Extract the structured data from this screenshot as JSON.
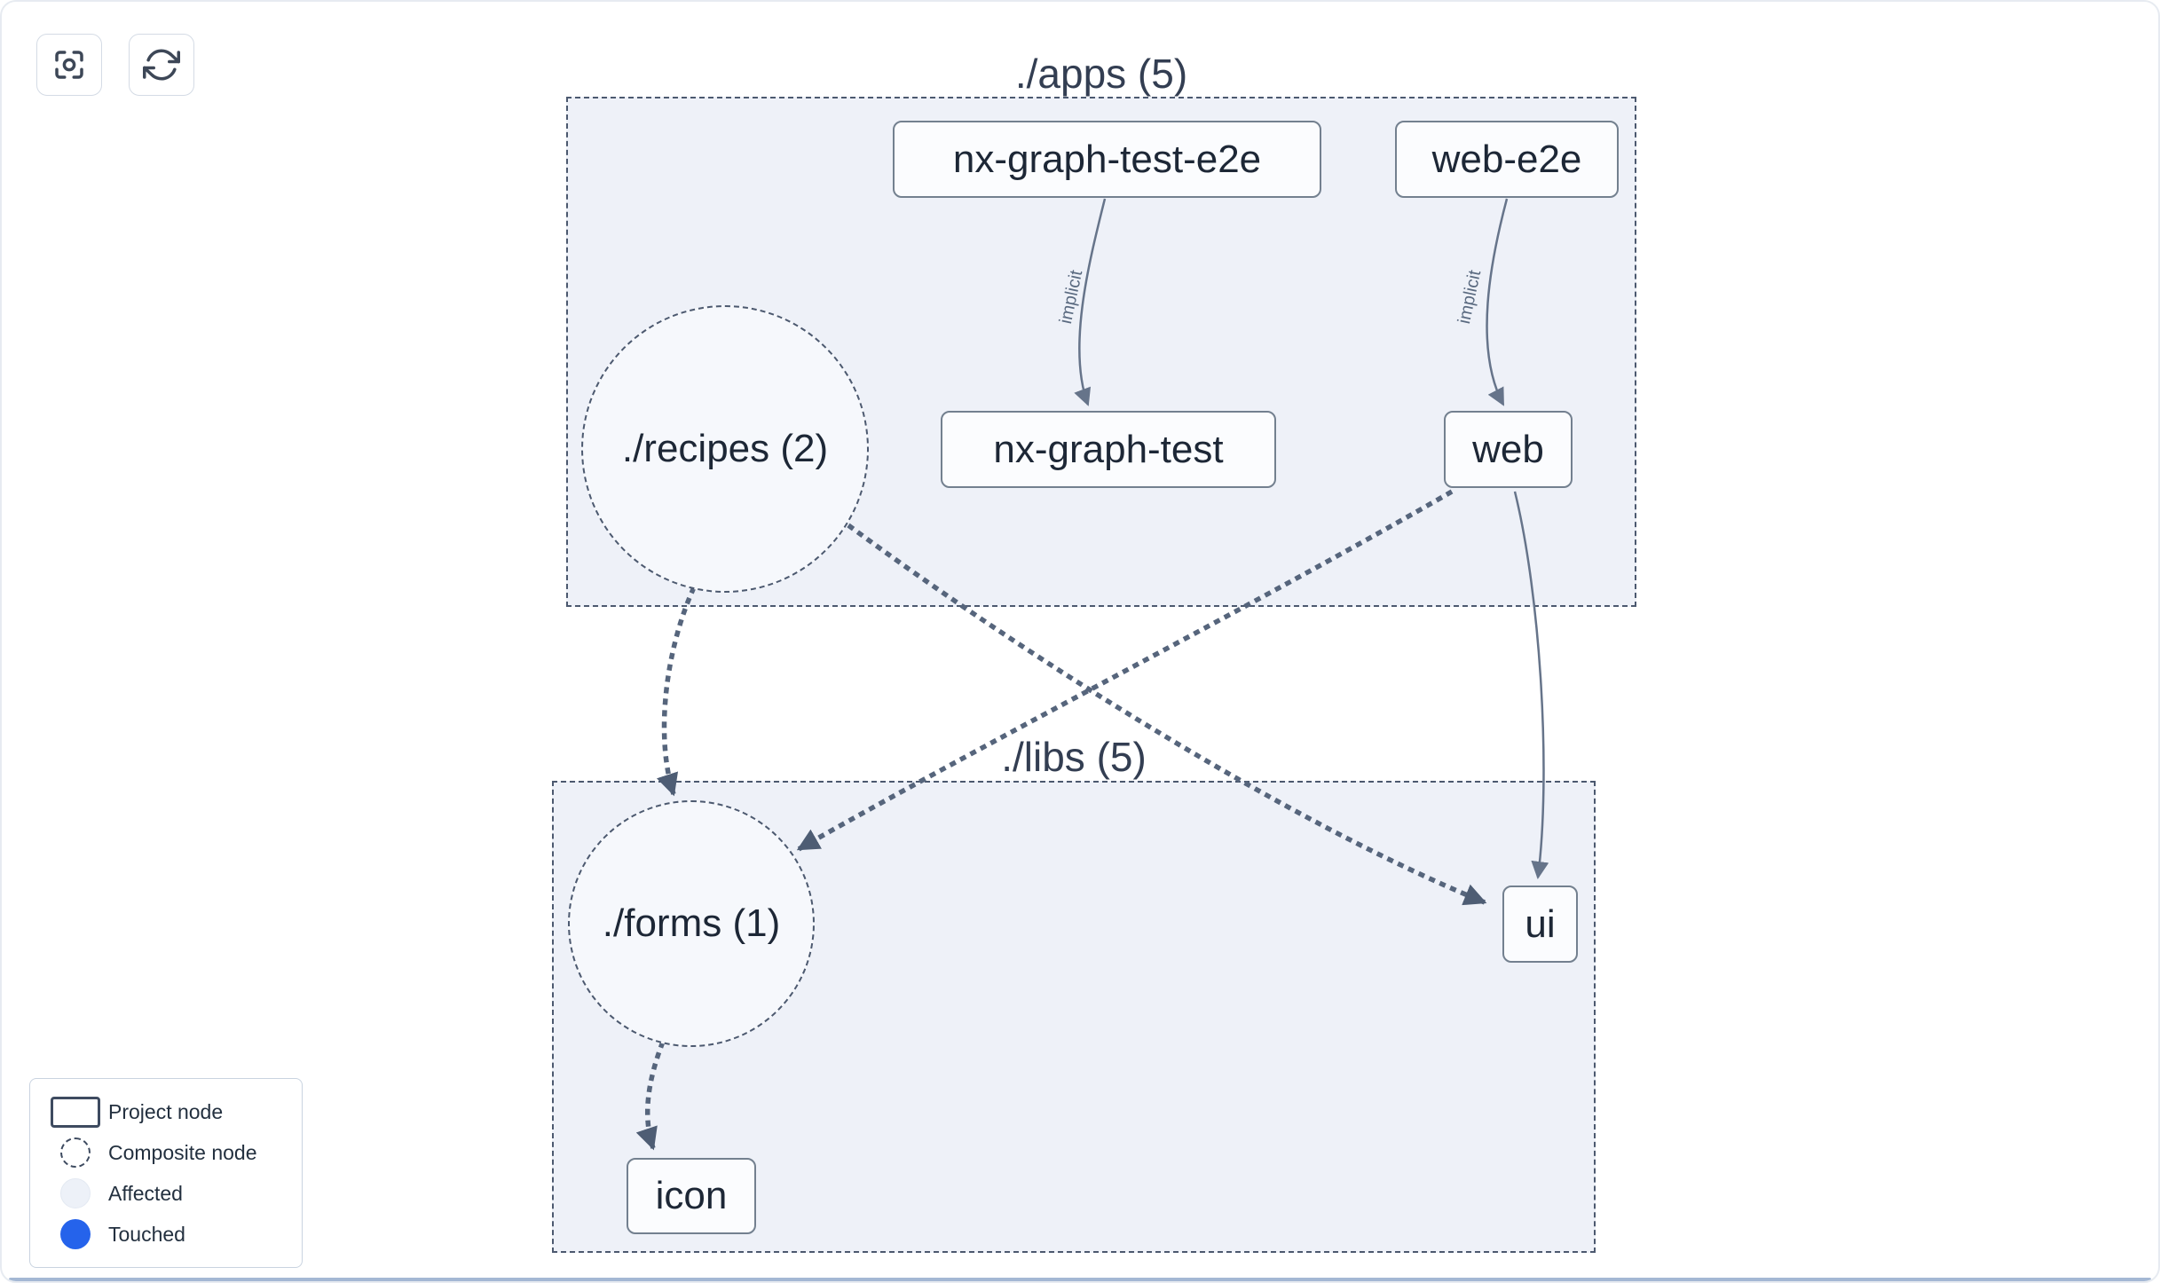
{
  "toolbar": {
    "buttons": [
      {
        "name": "focus",
        "icon": "focus-icon"
      },
      {
        "name": "refresh",
        "icon": "refresh-icon"
      }
    ]
  },
  "groups": [
    {
      "id": "apps",
      "label": "./apps (5)"
    },
    {
      "id": "libs",
      "label": "./libs (5)"
    }
  ],
  "nodes": {
    "nx_graph_test_e2e": {
      "label": "nx-graph-test-e2e",
      "type": "project"
    },
    "web_e2e": {
      "label": "web-e2e",
      "type": "project"
    },
    "recipes": {
      "label": "./recipes (2)",
      "type": "composite"
    },
    "nx_graph_test": {
      "label": "nx-graph-test",
      "type": "project"
    },
    "web": {
      "label": "web",
      "type": "project"
    },
    "forms": {
      "label": "./forms (1)",
      "type": "composite"
    },
    "ui": {
      "label": "ui",
      "type": "project"
    },
    "icon": {
      "label": "icon",
      "type": "project"
    }
  },
  "edges": [
    {
      "from": "nx-graph-test-e2e",
      "to": "nx-graph-test",
      "label": "implicit",
      "style": "solid"
    },
    {
      "from": "web-e2e",
      "to": "web",
      "label": "implicit",
      "style": "solid"
    },
    {
      "from": "./recipes (2)",
      "to": "./forms (1)",
      "label": "",
      "style": "dashed"
    },
    {
      "from": "./recipes (2)",
      "to": "ui",
      "label": "",
      "style": "dashed"
    },
    {
      "from": "web",
      "to": "./forms (1)",
      "label": "",
      "style": "dashed"
    },
    {
      "from": "web",
      "to": "ui",
      "label": "",
      "style": "solid"
    },
    {
      "from": "./forms (1)",
      "to": "icon",
      "label": "",
      "style": "dashed"
    }
  ],
  "legend": {
    "items": [
      {
        "label": "Project node",
        "symbol": "rect-outline"
      },
      {
        "label": "Composite node",
        "symbol": "dashed-circle"
      },
      {
        "label": "Affected",
        "symbol": "light-circle"
      },
      {
        "label": "Touched",
        "symbol": "blue-circle"
      }
    ]
  },
  "colors": {
    "group_fill": "#eef1f8",
    "node_fill": "#fbfcfe",
    "edge": "#5d6b80",
    "touched_blue": "#2563eb"
  }
}
